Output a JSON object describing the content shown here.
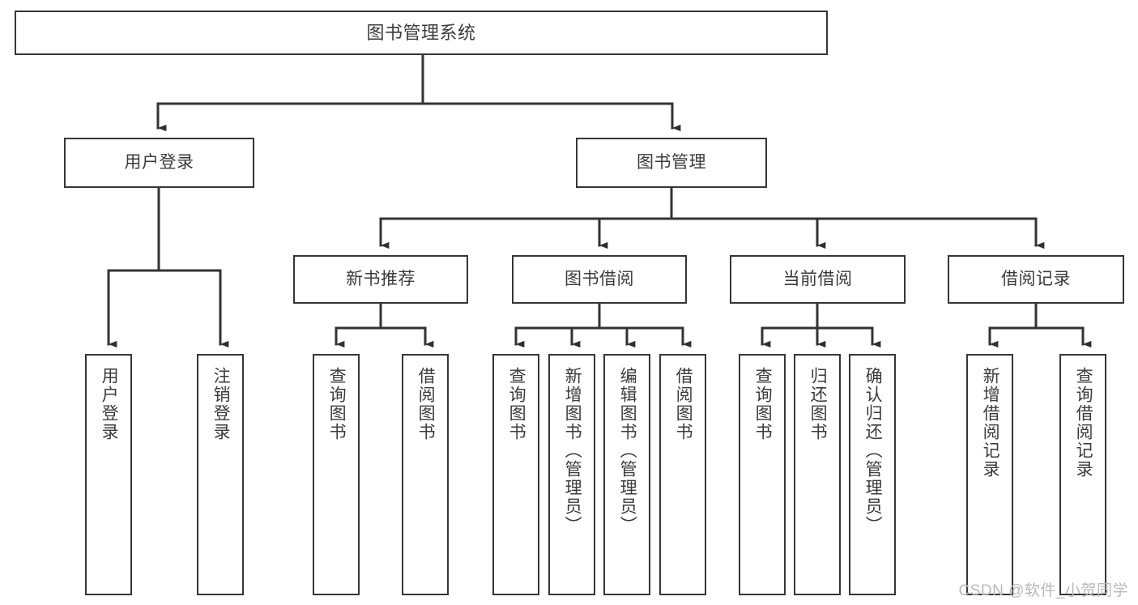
{
  "diagram": {
    "type": "tree",
    "title": "图书管理系统",
    "orientation": "top-down",
    "colors": {
      "box_border": "#363636",
      "box_fill": "#ffffff",
      "line": "#333333",
      "text": "#3b3b3b",
      "watermark": "#b9b9b9",
      "background": "#ffffff"
    },
    "watermark": "CSDN @软件_小贺同学"
  },
  "nodes": {
    "root": {
      "label": "图书管理系统",
      "level": 1
    },
    "level2": [
      {
        "id": "user-login",
        "label": "用户登录"
      },
      {
        "id": "book-manage",
        "label": "图书管理"
      }
    ],
    "level3": [
      {
        "id": "new-book-recommend",
        "label": "新书推荐"
      },
      {
        "id": "book-borrow",
        "label": "图书借阅"
      },
      {
        "id": "current-borrow",
        "label": "当前借阅"
      },
      {
        "id": "borrow-record",
        "label": "借阅记录"
      }
    ],
    "leaves": {
      "user_login": [
        {
          "id": "leaf-user-login",
          "label": "用户登录"
        },
        {
          "id": "leaf-logout-login",
          "label": "注销登录"
        }
      ],
      "new_book_recommend": [
        {
          "id": "leaf-query-book-1",
          "label": "查询图书"
        },
        {
          "id": "leaf-borrow-book-1",
          "label": "借阅图书"
        }
      ],
      "book_borrow": [
        {
          "id": "leaf-query-book-2",
          "label": "查询图书"
        },
        {
          "id": "leaf-add-book",
          "label": "新增图书（管理员）"
        },
        {
          "id": "leaf-edit-book",
          "label": "编辑图书（管理员）"
        },
        {
          "id": "leaf-borrow-book-2",
          "label": "借阅图书"
        }
      ],
      "current_borrow": [
        {
          "id": "leaf-query-book-3",
          "label": "查询图书"
        },
        {
          "id": "leaf-return-book",
          "label": "归还图书"
        },
        {
          "id": "leaf-confirm-return",
          "label": "确认归还（管理员）"
        }
      ],
      "borrow_record": [
        {
          "id": "leaf-add-record",
          "label": "新增借阅记录"
        },
        {
          "id": "leaf-query-record",
          "label": "查询借阅记录"
        }
      ]
    }
  }
}
